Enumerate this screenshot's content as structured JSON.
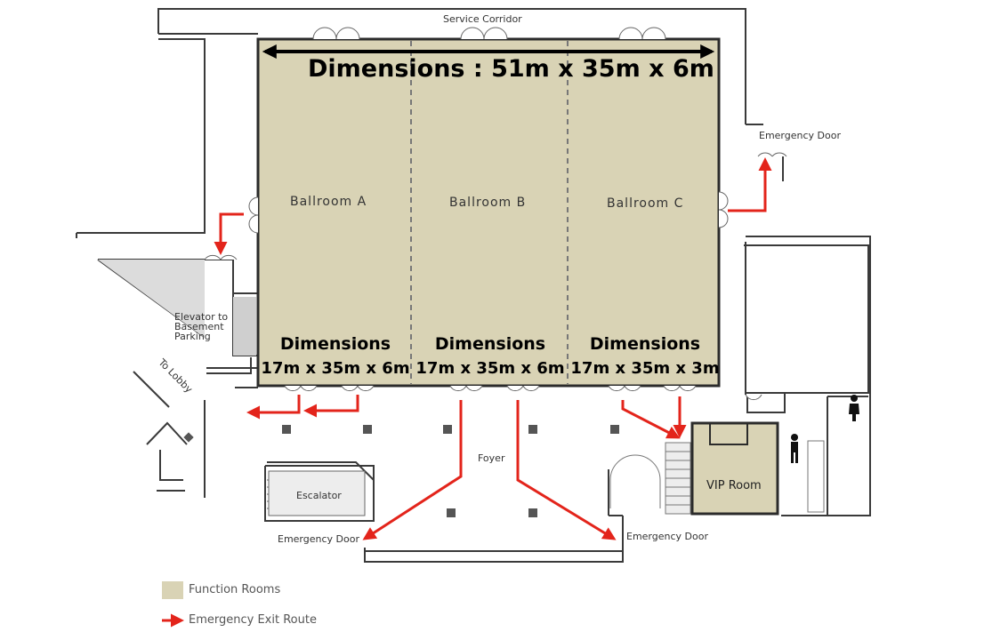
{
  "title": "Dimensions : 51m x 35m x 6m",
  "labels": {
    "service_corridor": "Service Corridor",
    "emergency_door": "Emergency Door",
    "elevator": [
      "Elevator to",
      "Basement",
      "Parking"
    ],
    "to_lobby": "To Lobby",
    "foyer": "Foyer",
    "escalator": "Escalator",
    "vip_room": "VIP Room"
  },
  "rooms": [
    {
      "name": "Ballroom A",
      "dim_heading": "Dimensions",
      "dimensions": "17m x 35m x 6m"
    },
    {
      "name": "Ballroom B",
      "dim_heading": "Dimensions",
      "dimensions": "17m x 35m x 6m"
    },
    {
      "name": "Ballroom C",
      "dim_heading": "Dimensions",
      "dimensions": "17m x 35m x 3m"
    }
  ],
  "legend": [
    {
      "label": "Function Rooms",
      "color": "#d9d3b5"
    },
    {
      "label": "Emergency Exit Route",
      "color": "#e3241b"
    }
  ],
  "colors": {
    "function_room": "#d9d3b5",
    "exit_route": "#e3241b",
    "wall": "#2b2b2b",
    "dim_arrow": "#000000"
  }
}
